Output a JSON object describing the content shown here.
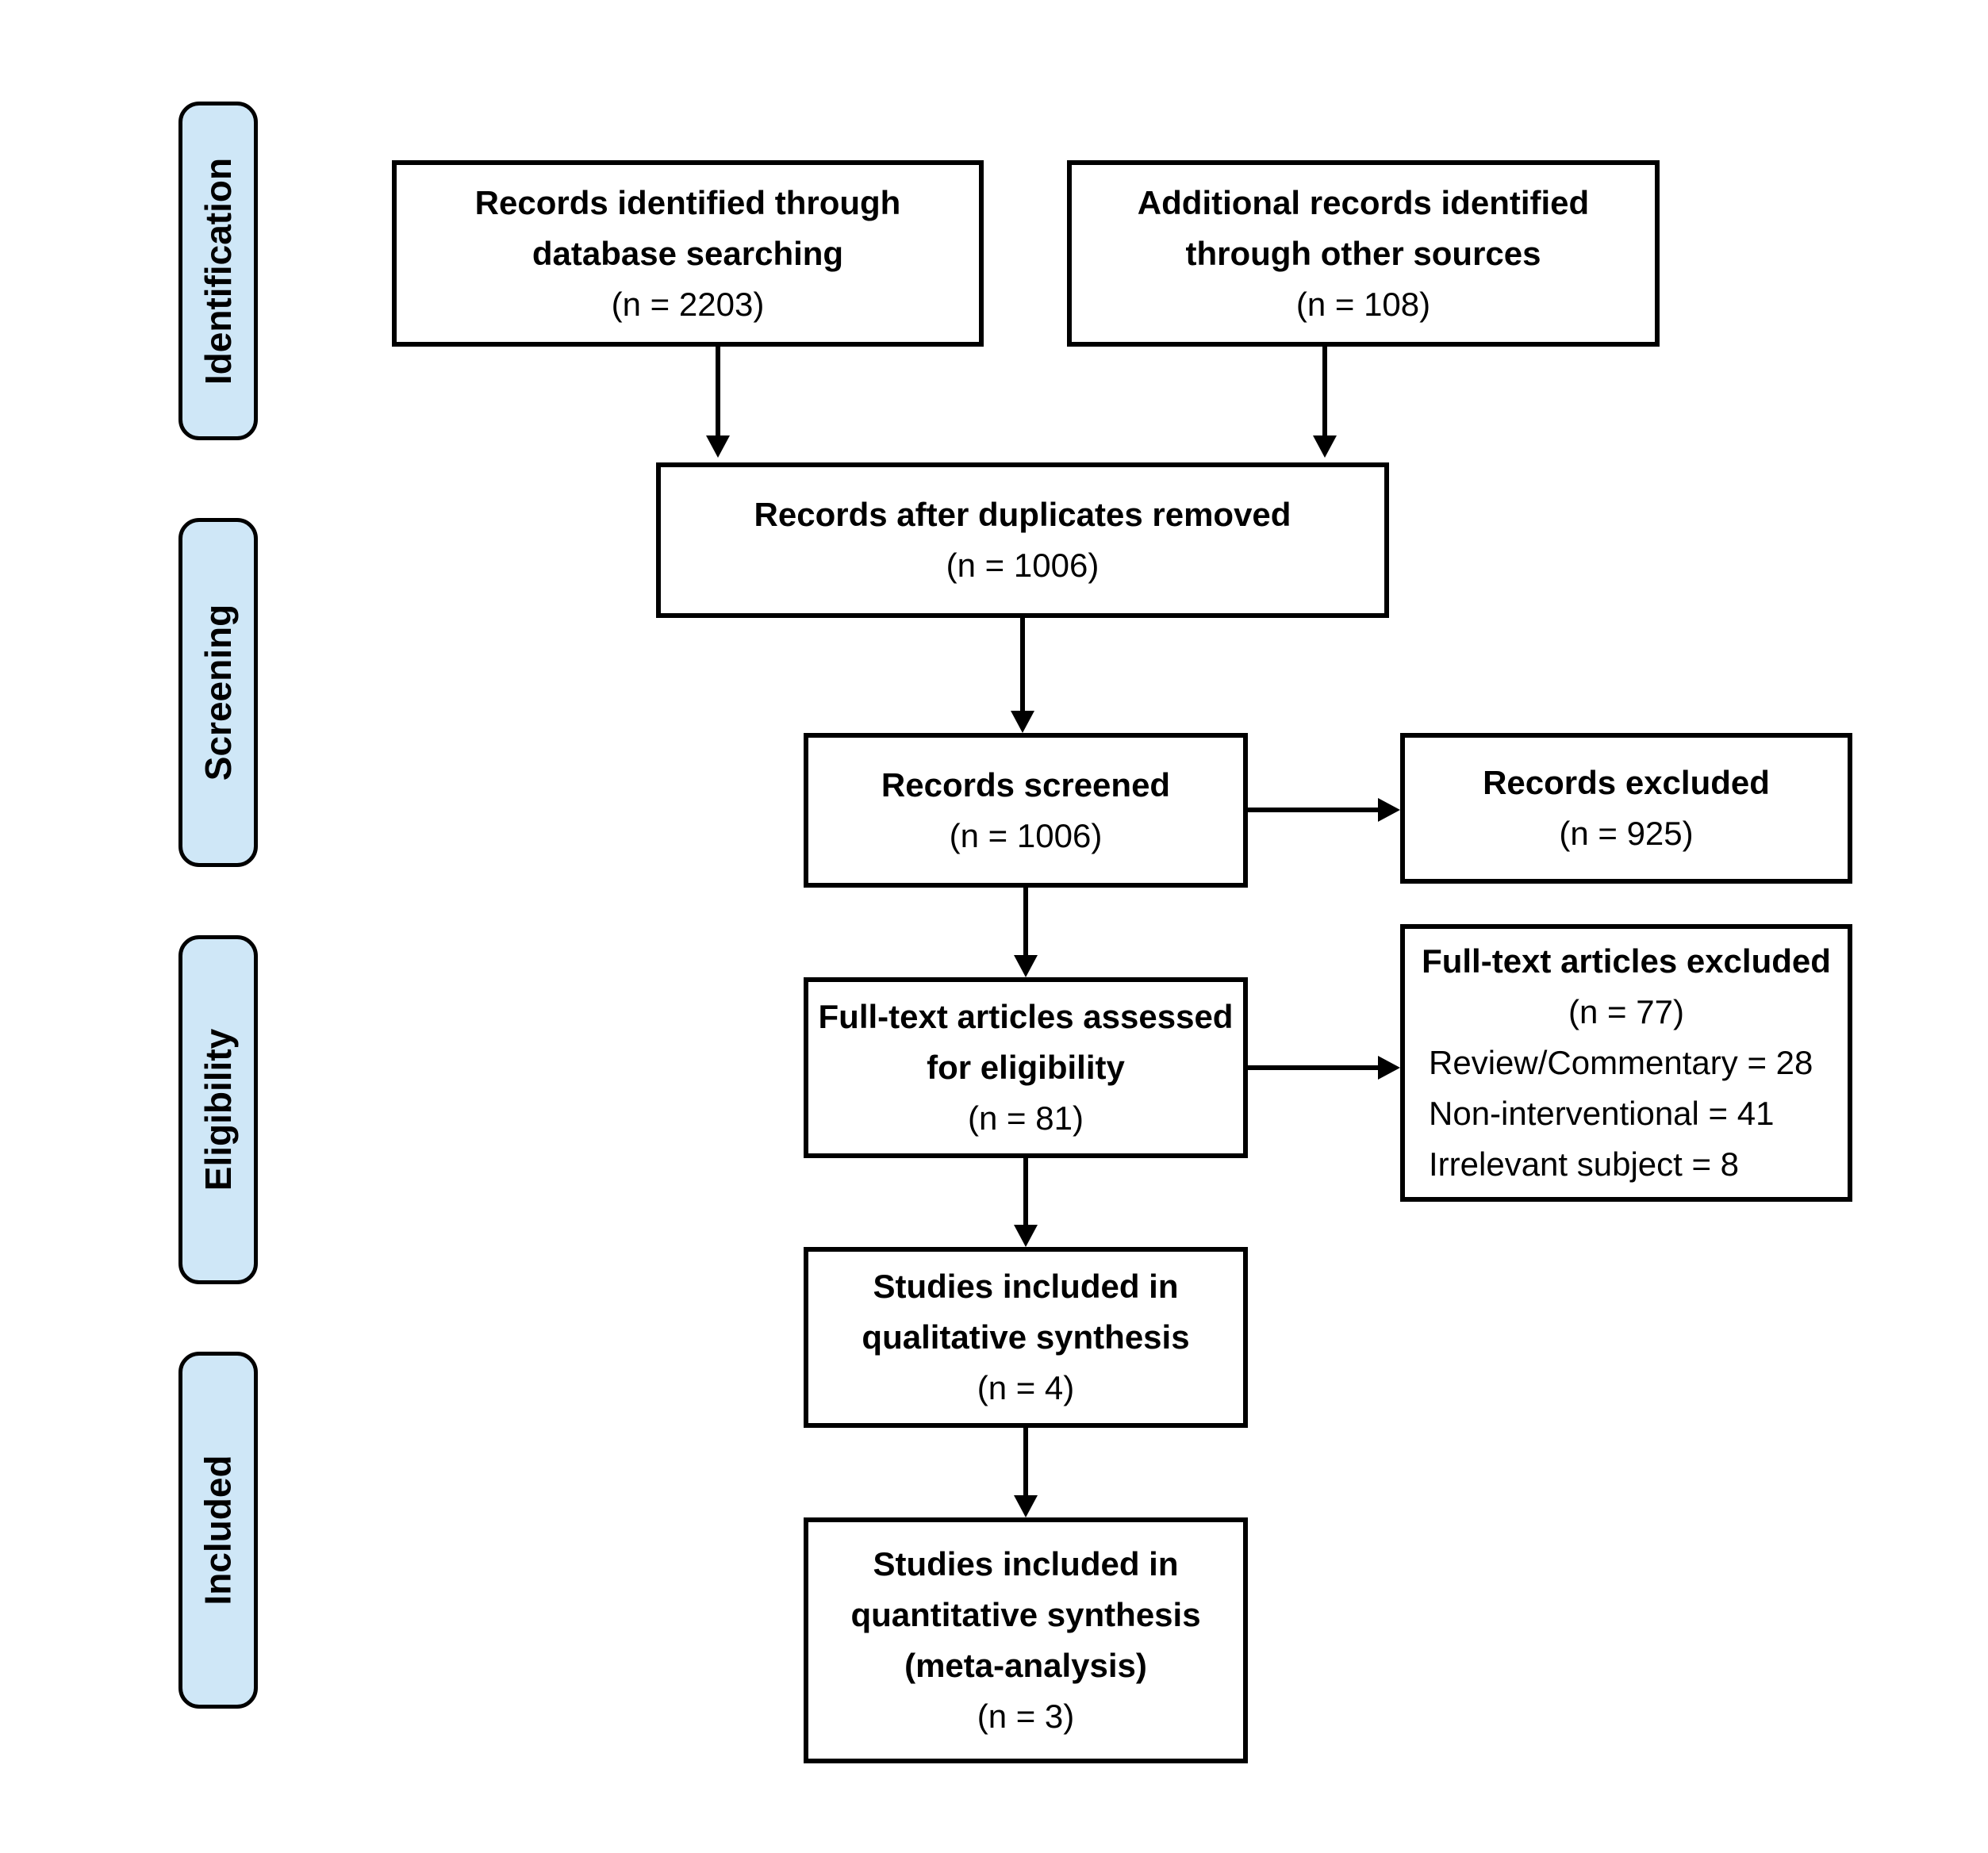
{
  "stages": [
    {
      "label": "Identification"
    },
    {
      "label": "Screening"
    },
    {
      "label": "Eligibility"
    },
    {
      "label": "Included"
    }
  ],
  "boxes": {
    "records_identified": {
      "l1": "Records identified through",
      "l2": "database searching",
      "n": "(n = 2203)"
    },
    "additional_records": {
      "l1": "Additional records identified",
      "l2": "through other sources",
      "n": "(n = 108)"
    },
    "after_duplicates": {
      "l1": "Records after duplicates removed",
      "n": "(n = 1006)"
    },
    "records_screened": {
      "l1": "Records screened",
      "n": "(n = 1006)"
    },
    "records_excluded": {
      "l1": "Records excluded",
      "n": "(n = 925)"
    },
    "fulltext_assessed": {
      "l1": "Full-text articles assessed",
      "l2": "for eligibility",
      "n": "(n = 81)"
    },
    "fulltext_excluded": {
      "l1": "Full-text articles excluded",
      "n": "(n = 77)",
      "reasons": [
        "Review/Commentary = 28",
        "Non-interventional = 41",
        "Irrelevant subject = 8"
      ]
    },
    "qualitative_synthesis": {
      "l1": "Studies included in",
      "l2": "qualitative synthesis",
      "n": "(n = 4)"
    },
    "quantitative_synthesis": {
      "l1": "Studies included in",
      "l2": "quantitative synthesis",
      "l3": "(meta-analysis)",
      "n": "(n = 3)"
    }
  },
  "colors": {
    "stage_fill": "#cfe7f7",
    "box_fill": "#ffffff",
    "border": "#000000",
    "text": "#000000",
    "background": "#ffffff"
  }
}
